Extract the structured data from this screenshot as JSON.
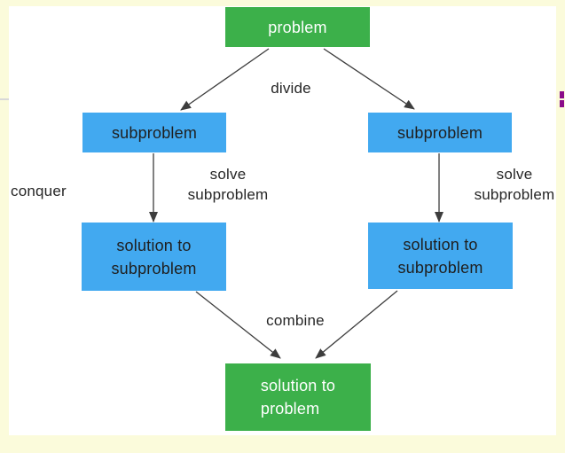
{
  "colors": {
    "page_bg": "#fbfbdb",
    "slide_bg": "#ffffff",
    "green": "#3cb04a",
    "blue": "#42a9f0",
    "node_text_dark": "#1f1f1f",
    "node_text_light": "#ffffff",
    "arrow": "#3d3d3d",
    "purple_mark": "#8a0b8a",
    "left_divider": "#d8d8d8"
  },
  "nodes": {
    "problem": {
      "label": "problem"
    },
    "subproblem_left": {
      "label": "subproblem"
    },
    "subproblem_right": {
      "label": "subproblem"
    },
    "solution_subproblem_left": {
      "line1": "solution to",
      "line2": "subproblem"
    },
    "solution_subproblem_right": {
      "line1": "solution to",
      "line2": "subproblem"
    },
    "solution_problem": {
      "line1": "solution to",
      "line2": "problem"
    }
  },
  "edge_labels": {
    "divide": "divide",
    "conquer": "conquer",
    "solve_left": {
      "line1": "solve",
      "line2": "subproblem"
    },
    "solve_right": {
      "line1": "solve",
      "line2": "subproblem"
    },
    "combine": "combine"
  }
}
